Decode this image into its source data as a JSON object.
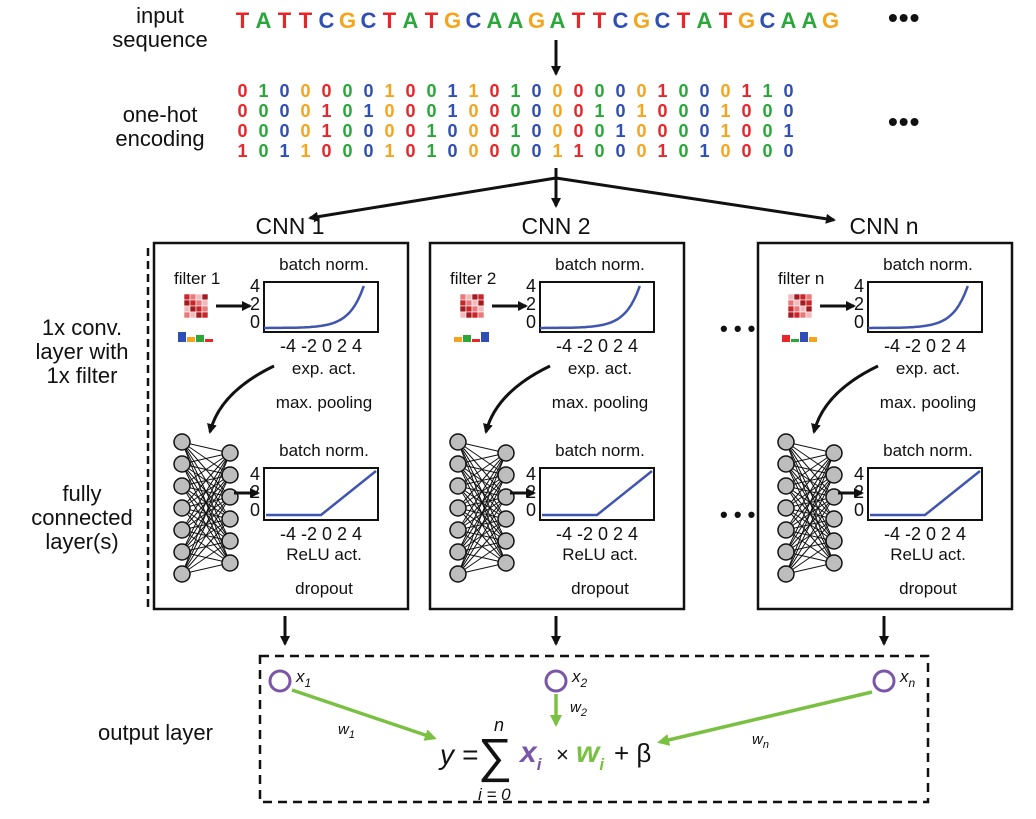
{
  "labels": {
    "input_sequence": [
      "input",
      "sequence"
    ],
    "one_hot": [
      "one-hot",
      "encoding"
    ],
    "conv_layer": [
      "1x conv.",
      "layer with",
      "1x filter"
    ],
    "fc_layer": [
      "fully",
      "connected",
      "layer(s)"
    ],
    "output_layer": "output layer",
    "ellipsis": "•••"
  },
  "sequence": [
    "T",
    "A",
    "T",
    "T",
    "C",
    "G",
    "C",
    "T",
    "A",
    "T",
    "G",
    "C",
    "A",
    "A",
    "G",
    "A",
    "T",
    "T",
    "C",
    "G",
    "C",
    "T",
    "A",
    "T",
    "G",
    "C",
    "A",
    "A",
    "G"
  ],
  "one_hot_rows": [
    [
      "0",
      "1",
      "0",
      "0",
      "0",
      "0",
      "0",
      "1",
      "0",
      "0",
      "1",
      "1",
      "0",
      "1",
      "0",
      "0",
      "0",
      "0",
      "0",
      "0",
      "1",
      "0",
      "0",
      "0",
      "1",
      "1",
      "0"
    ],
    [
      "0",
      "0",
      "0",
      "0",
      "1",
      "0",
      "1",
      "0",
      "0",
      "0",
      "1",
      "0",
      "0",
      "0",
      "0",
      "0",
      "0",
      "1",
      "0",
      "1",
      "0",
      "0",
      "0",
      "1",
      "0",
      "0",
      "0"
    ],
    [
      "0",
      "0",
      "0",
      "0",
      "1",
      "0",
      "0",
      "0",
      "0",
      "1",
      "0",
      "0",
      "0",
      "1",
      "0",
      "0",
      "0",
      "0",
      "1",
      "0",
      "0",
      "0",
      "0",
      "1",
      "0",
      "0",
      "1"
    ],
    [
      "1",
      "0",
      "1",
      "1",
      "0",
      "0",
      "0",
      "1",
      "0",
      "1",
      "0",
      "0",
      "0",
      "0",
      "0",
      "1",
      "1",
      "0",
      "0",
      "0",
      "1",
      "0",
      "1",
      "0",
      "0",
      "0",
      "0"
    ]
  ],
  "colors": {
    "T": "#e8262a",
    "A": "#2aa63a",
    "C": "#2f4fb5",
    "G": "#f6a51b",
    "curve": "#3f55b0",
    "weights": "#7ac043",
    "nodes_out": "#7a56a8",
    "filter_red": "#c9262b"
  },
  "cnns": [
    {
      "title": "CNN 1",
      "filter": "filter 1"
    },
    {
      "title": "CNN 2",
      "filter": "filter 2"
    },
    {
      "title": "CNN n",
      "filter": "filter n"
    }
  ],
  "panel": {
    "batch_norm": "batch norm.",
    "exp_act": "exp. act.",
    "max_pooling": "max. pooling",
    "relu_act": "ReLU act.",
    "dropout": "dropout",
    "y_ticks": [
      "4",
      "2",
      "0"
    ],
    "x_ticks": "-4 -2 0 2 4"
  },
  "output": {
    "x1": "x",
    "x1_sub": "1",
    "x2": "x",
    "x2_sub": "2",
    "xn": "x",
    "xn_sub": "n",
    "w1": "w",
    "w1_sub": "1",
    "w2": "w",
    "w2_sub": "2",
    "wn": "w",
    "wn_sub": "n",
    "formula_y": "y =",
    "sum_top": "n",
    "sum_bottom": "i = 0",
    "formula_x": "x",
    "formula_i": "i",
    "times": "×",
    "formula_w": "w",
    "plus_beta": "+ β"
  }
}
